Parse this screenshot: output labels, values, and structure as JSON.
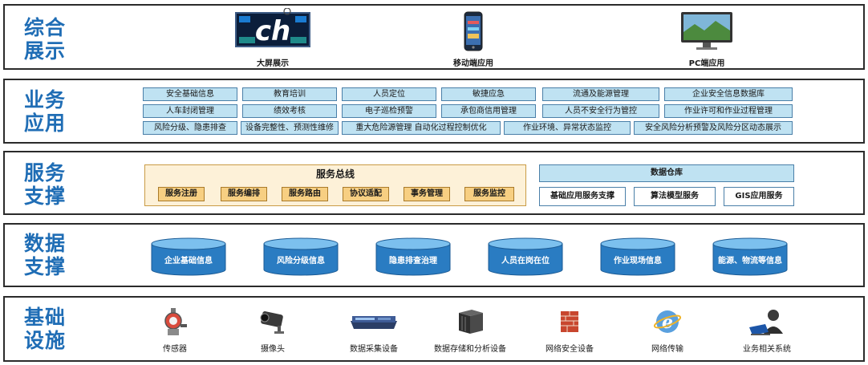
{
  "layers": {
    "display": {
      "title_line1": "综合",
      "title_line2": "展示",
      "items": [
        {
          "label": "大屏展示",
          "screen_text": "ch"
        },
        {
          "label": "移动端应用"
        },
        {
          "label": "PC端应用"
        }
      ]
    },
    "business": {
      "title_line1": "业务",
      "title_line2": "应用",
      "rows": [
        [
          "安全基础信息",
          "教育培训",
          "人员定位",
          "敏捷应急",
          "流通及能源管理",
          "企业安全信息数据库"
        ],
        [
          "人车封闭管理",
          "绩效考核",
          "电子巡检预警",
          "承包商信用管理",
          "人员不安全行为管控",
          "作业许可和作业过程管理"
        ],
        [
          "风险分级、隐患排查",
          "设备完整性、预测性维修",
          "重大危险源管理 自动化过程控制优化",
          "作业环境、异常状态监控",
          "安全风险分析预警及风险分区动态展示"
        ]
      ]
    },
    "service": {
      "title_line1": "服务",
      "title_line2": "支撑",
      "bus_title": "服务总线",
      "bus_items": [
        "服务注册",
        "服务编排",
        "服务路由",
        "协议适配",
        "事务管理",
        "服务监控"
      ],
      "warehouse_title": "数据仓库",
      "warehouse_items": [
        "基础应用服务支撑",
        "算法模型服务",
        "GIS应用服务"
      ]
    },
    "data": {
      "title_line1": "数据",
      "title_line2": "支撑",
      "stores": [
        "企业基础信息",
        "风险分级信息",
        "隐患排查治理",
        "人员在岗在位",
        "作业现场信息",
        "能源、物流等信息"
      ]
    },
    "infrastructure": {
      "title_line1": "基础",
      "title_line2": "设施",
      "items": [
        {
          "label": "传感器",
          "icon": "sensor-icon"
        },
        {
          "label": "摄像头",
          "icon": "camera-icon"
        },
        {
          "label": "数据采集设备",
          "icon": "data-collector-icon"
        },
        {
          "label": "数据存储和分析设备",
          "icon": "server-icon"
        },
        {
          "label": "网络安全设备",
          "icon": "firewall-icon"
        },
        {
          "label": "网络传输",
          "icon": "network-globe-icon"
        },
        {
          "label": "业务相关系统",
          "icon": "operator-icon"
        }
      ]
    }
  },
  "colors": {
    "title_blue": "#1f6db5",
    "cell_blue": "#bfe2f2",
    "bus_bg": "#fdf1d8",
    "bus_btn": "#f7cf82",
    "cylinder": "#2a7cc2"
  }
}
